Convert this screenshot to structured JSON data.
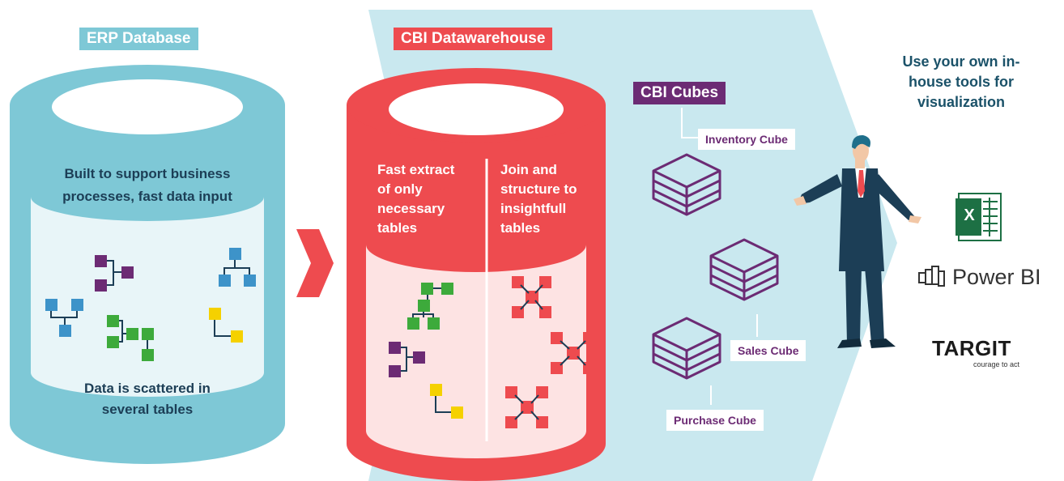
{
  "erp": {
    "title": "ERP Database",
    "top_text": "Built to support business processes, fast data input",
    "bottom_text": "Data is scattered in several tables"
  },
  "dwh": {
    "title": "CBI Datawarehouse",
    "left_text": "Fast extract of only necessary tables",
    "right_text": "Join and structure to insightfull tables"
  },
  "cubes": {
    "title": "CBI Cubes",
    "items": [
      {
        "label": "Inventory Cube"
      },
      {
        "label": "Sales Cube"
      },
      {
        "label": "Purchase Cube"
      }
    ]
  },
  "tools": {
    "heading": "Use your own in-house tools for visualization",
    "excel_glyph": "X",
    "powerbi": "Power BI",
    "targit": "TARGIT",
    "targit_tagline": "courage to act"
  },
  "colors": {
    "erp": "#7ec8d6",
    "dwh": "#ee4b4f",
    "cube": "#6c2b74",
    "panel": "#c9e8ef",
    "navy": "#1c3e56"
  }
}
